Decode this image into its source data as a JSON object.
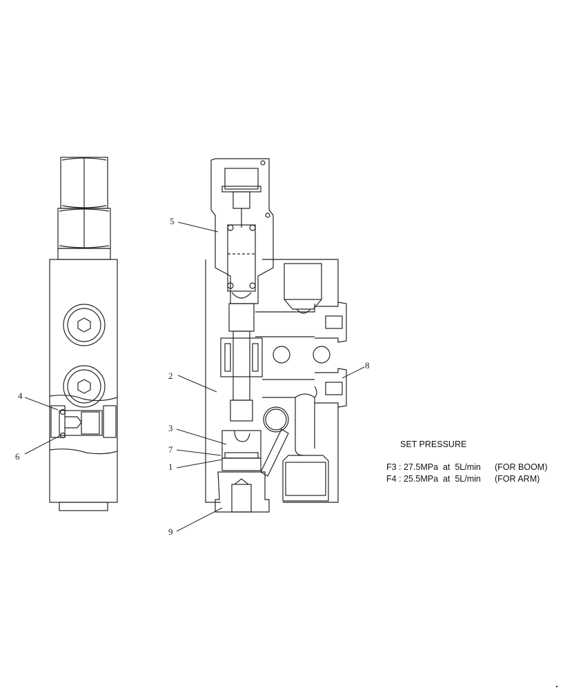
{
  "diagram": {
    "type": "hydraulic relief valve cross-section",
    "views": [
      "side-view",
      "section-view"
    ],
    "callouts": [
      {
        "id": "4",
        "label": "4"
      },
      {
        "id": "6",
        "label": "6"
      },
      {
        "id": "5",
        "label": "5"
      },
      {
        "id": "2",
        "label": "2"
      },
      {
        "id": "3",
        "label": "3"
      },
      {
        "id": "7",
        "label": "7"
      },
      {
        "id": "1",
        "label": "1"
      },
      {
        "id": "9",
        "label": "9"
      },
      {
        "id": "8",
        "label": "8"
      }
    ],
    "notes": {
      "title": "SET PRESSURE",
      "lines": [
        {
          "code": "F3",
          "text": "F3 : 27.5MPa  at  5L/min",
          "use": "(FOR BOOM)"
        },
        {
          "code": "F4",
          "text": "F4 : 25.5MPa  at  5L/min",
          "use": "(FOR ARM)"
        }
      ]
    },
    "colors": {
      "line": "#222222",
      "background": "#ffffff"
    }
  }
}
